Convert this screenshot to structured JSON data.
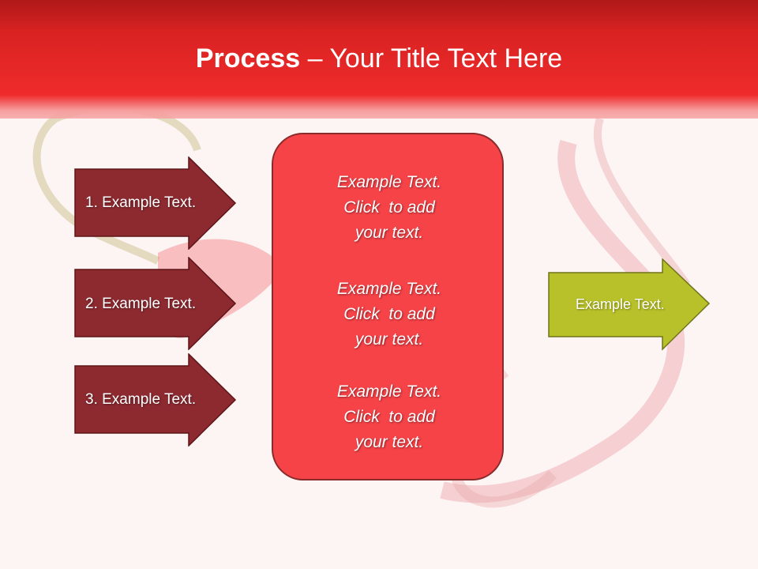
{
  "title": {
    "bold": "Process",
    "dash": " – ",
    "rest": "Your Title Text Here"
  },
  "steps": [
    {
      "label": "1. Example Text."
    },
    {
      "label": "2. Example Text."
    },
    {
      "label": "3. Example Text."
    }
  ],
  "center_blocks": [
    {
      "line1": "Example Text.",
      "line2": "Click  to add",
      "line3": "your text."
    },
    {
      "line1": "Example Text.",
      "line2": "Click  to add",
      "line3": "your text."
    },
    {
      "line1": "Example Text.",
      "line2": "Click  to add",
      "line3": "your text."
    }
  ],
  "result": {
    "label": "Example Text."
  },
  "colors": {
    "header": "#d92222",
    "step_arrow": "#8c2a30",
    "center_box": "#f54348",
    "result_arrow": "#b8c12a"
  }
}
